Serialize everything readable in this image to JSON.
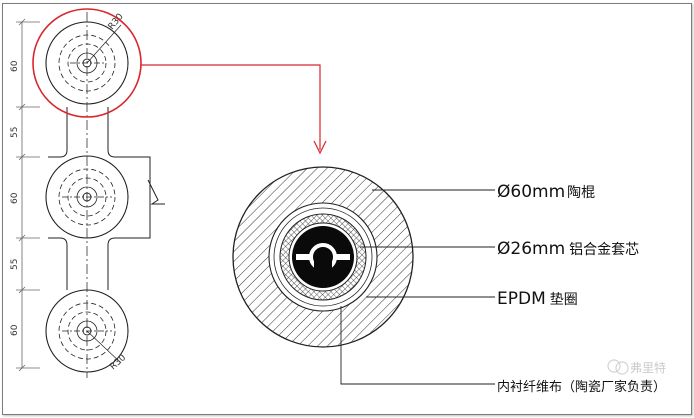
{
  "dimensions": {
    "v1": "60",
    "v2": "55",
    "v3": "60",
    "v4": "55",
    "v5": "60",
    "radius_top": "R30",
    "radius_bottom": "R30"
  },
  "callouts": {
    "roller_num": "Ø60mm",
    "roller_cn": "陶棍",
    "core_num": "Ø26mm",
    "core_cn": "铝合金套芯",
    "gasket_num": "EPDM",
    "gasket_cn": "垫圈",
    "liner": "内衬纤维布（陶瓷厂家负责）"
  },
  "watermark": "弗里特",
  "colors": {
    "highlight": "#d9262c",
    "line": "#222222",
    "dim_line": "#666666"
  }
}
